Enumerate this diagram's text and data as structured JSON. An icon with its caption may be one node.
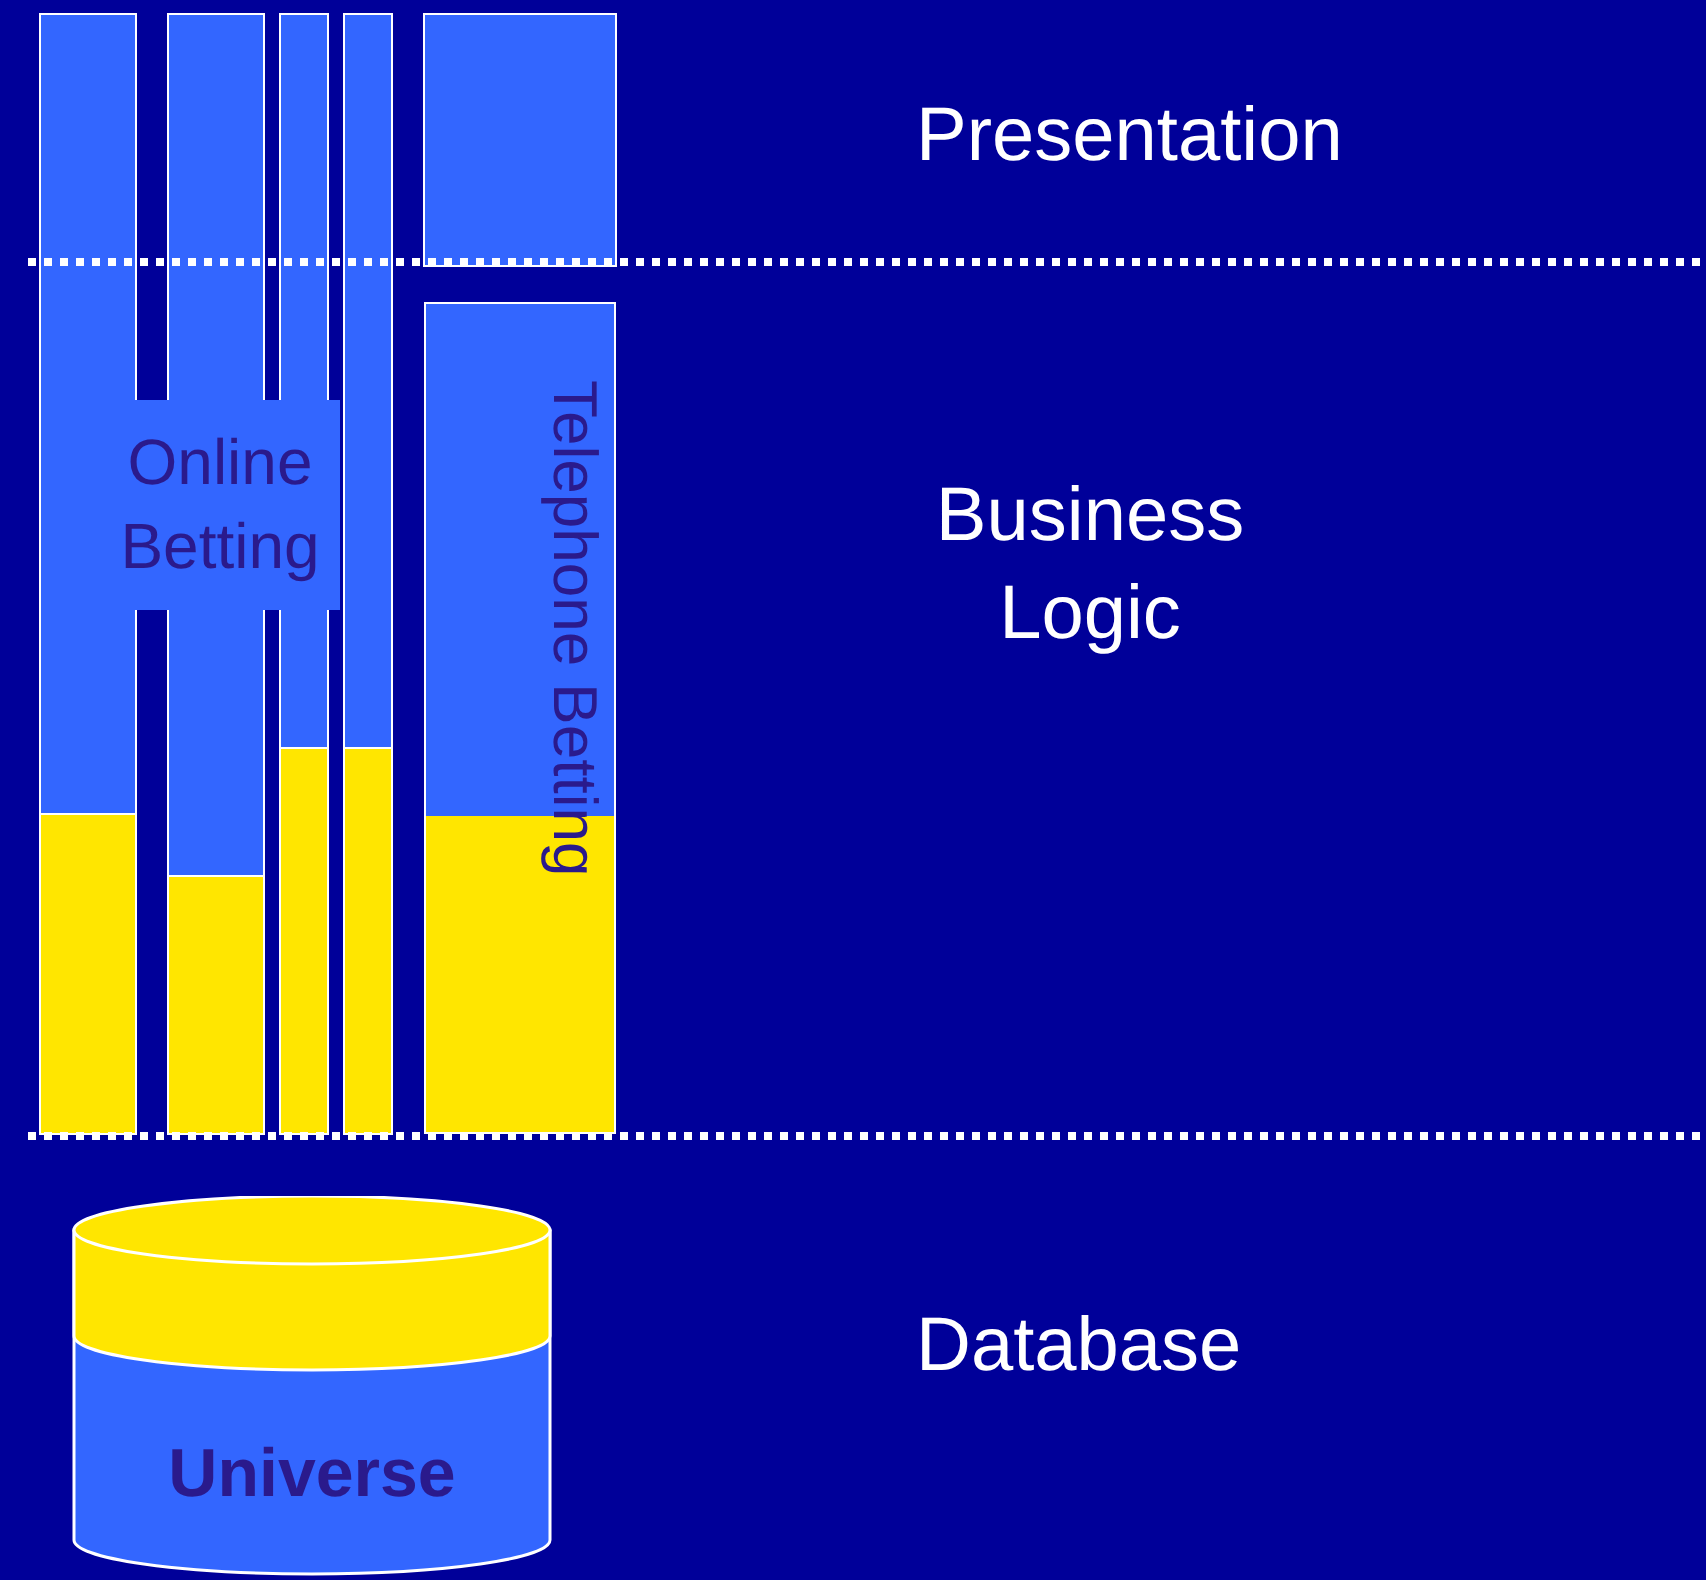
{
  "diagram": {
    "nodes": [
      {
        "text": [
          "Online Betting"
        ]
      },
      {
        "text": [
          "Telephone Betting"
        ]
      },
      {
        "text": [
          "Universe"
        ]
      }
    ],
    "labels": [
      "Presentation",
      "Business Logic",
      "Database"
    ]
  }
}
